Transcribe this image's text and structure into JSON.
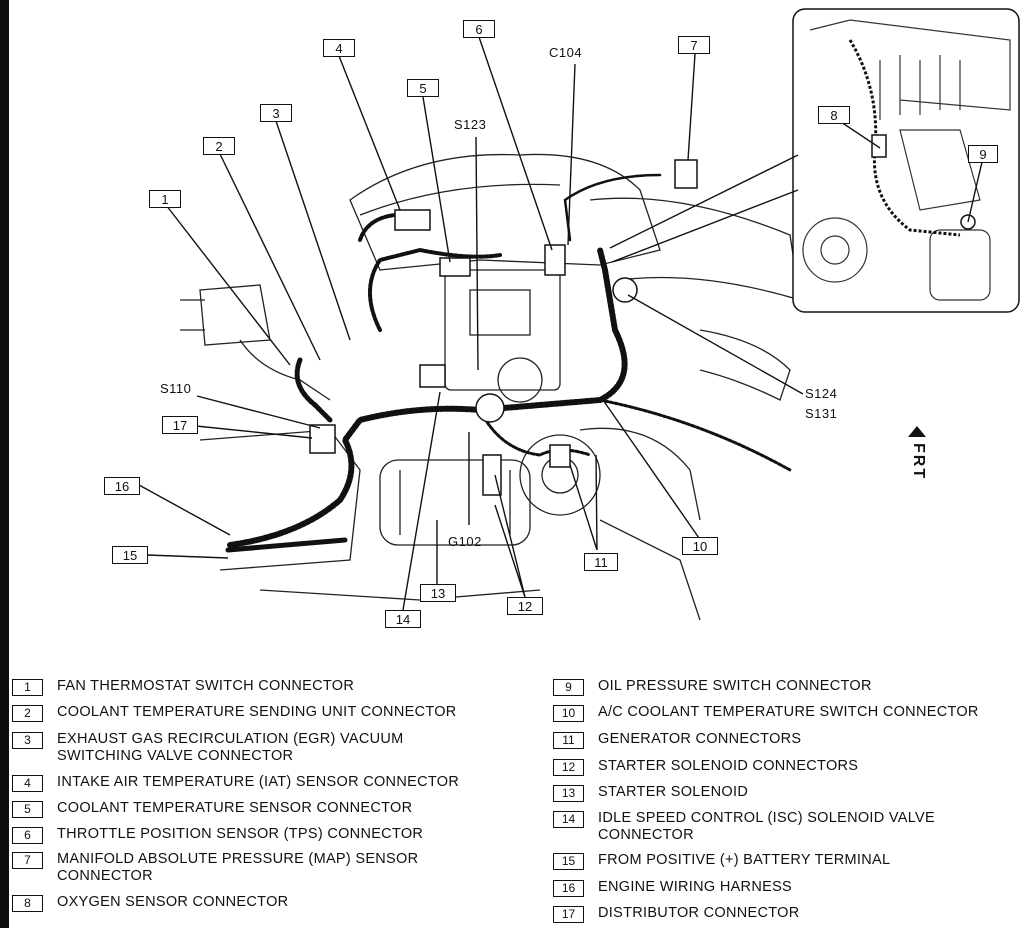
{
  "callouts": [
    "1",
    "2",
    "3",
    "4",
    "5",
    "6",
    "7",
    "8",
    "9",
    "10",
    "11",
    "12",
    "13",
    "14",
    "15",
    "16",
    "17"
  ],
  "circuit_tags": {
    "c104": "C104",
    "s123": "S123",
    "s110": "S110",
    "s124": "S124",
    "s131": "S131",
    "g102": "G102"
  },
  "direction_label": "FRT",
  "legend": [
    {
      "num": "1",
      "text": "FAN THERMOSTAT SWITCH CONNECTOR"
    },
    {
      "num": "2",
      "text": "COOLANT TEMPERATURE SENDING UNIT CONNECTOR"
    },
    {
      "num": "3",
      "text": "EXHAUST GAS RECIRCULATION (EGR) VACUUM SWITCHING  VALVE CONNECTOR"
    },
    {
      "num": "4",
      "text": "INTAKE AIR TEMPERATURE (IAT) SENSOR CONNECTOR"
    },
    {
      "num": "5",
      "text": "COOLANT TEMPERATURE SENSOR CONNECTOR"
    },
    {
      "num": "6",
      "text": "THROTTLE POSITION SENSOR (TPS) CONNECTOR"
    },
    {
      "num": "7",
      "text": "MANIFOLD ABSOLUTE PRESSURE (MAP) SENSOR CONNECTOR"
    },
    {
      "num": "8",
      "text": "OXYGEN SENSOR CONNECTOR"
    },
    {
      "num": "9",
      "text": "OIL PRESSURE SWITCH CONNECTOR"
    },
    {
      "num": "10",
      "text": "A/C COOLANT TEMPERATURE SWITCH CONNECTOR"
    },
    {
      "num": "11",
      "text": "GENERATOR CONNECTORS"
    },
    {
      "num": "12",
      "text": "STARTER SOLENOID CONNECTORS"
    },
    {
      "num": "13",
      "text": "STARTER SOLENOID"
    },
    {
      "num": "14",
      "text": "IDLE SPEED CONTROL (ISC) SOLENOID VALVE CONNECTOR"
    },
    {
      "num": "15",
      "text": "FROM POSITIVE (+) BATTERY TERMINAL"
    },
    {
      "num": "16",
      "text": "ENGINE WIRING HARNESS"
    },
    {
      "num": "17",
      "text": "DISTRIBUTOR CONNECTOR"
    }
  ]
}
